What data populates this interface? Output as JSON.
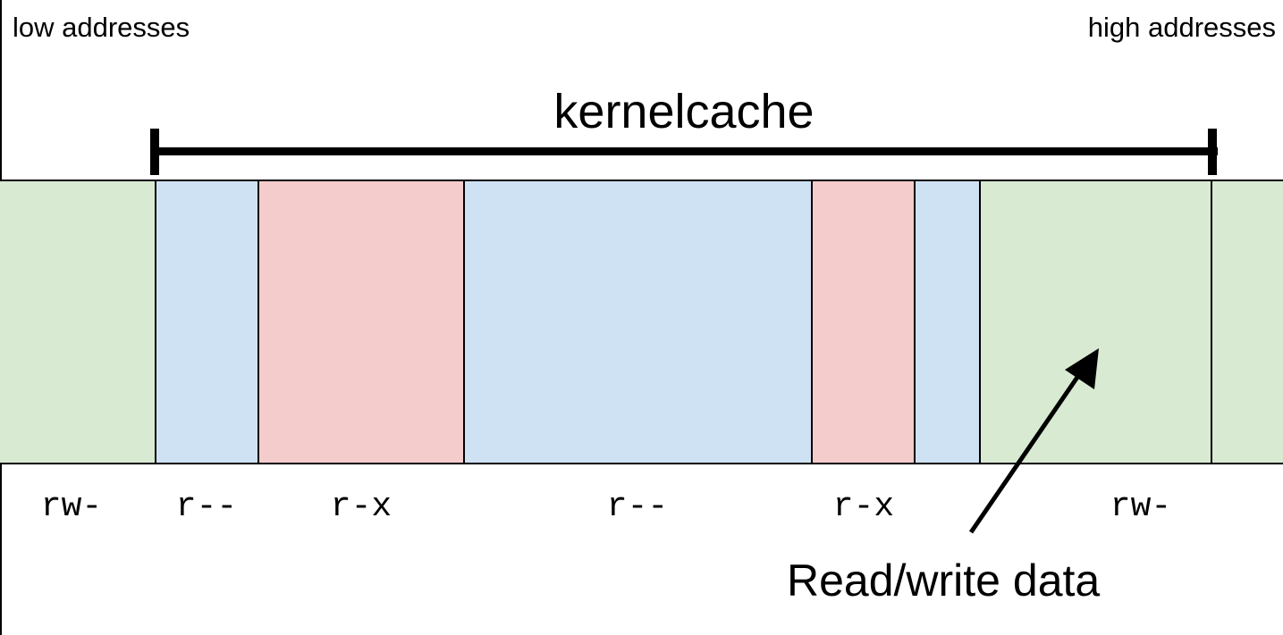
{
  "labels": {
    "low": "low addresses",
    "high": "high addresses",
    "title": "kernelcache",
    "callout": "Read/write data"
  },
  "colors": {
    "rw": "#d9ead3",
    "r": "#cfe2f3",
    "rx": "#f4cccc",
    "stroke": "#000000"
  },
  "segments": [
    {
      "perm": "rw-",
      "color": "#d9ead3"
    },
    {
      "perm": "r--",
      "color": "#cfe2f3"
    },
    {
      "perm": "r-x",
      "color": "#f4cccc"
    },
    {
      "perm": "r--",
      "color": "#cfe2f3"
    },
    {
      "perm": "r-x",
      "color": "#f4cccc"
    },
    {
      "perm": "",
      "color": "#cfe2f3"
    },
    {
      "perm": "rw-",
      "color": "#d9ead3"
    },
    {
      "perm": "",
      "color": "#d9ead3"
    }
  ]
}
